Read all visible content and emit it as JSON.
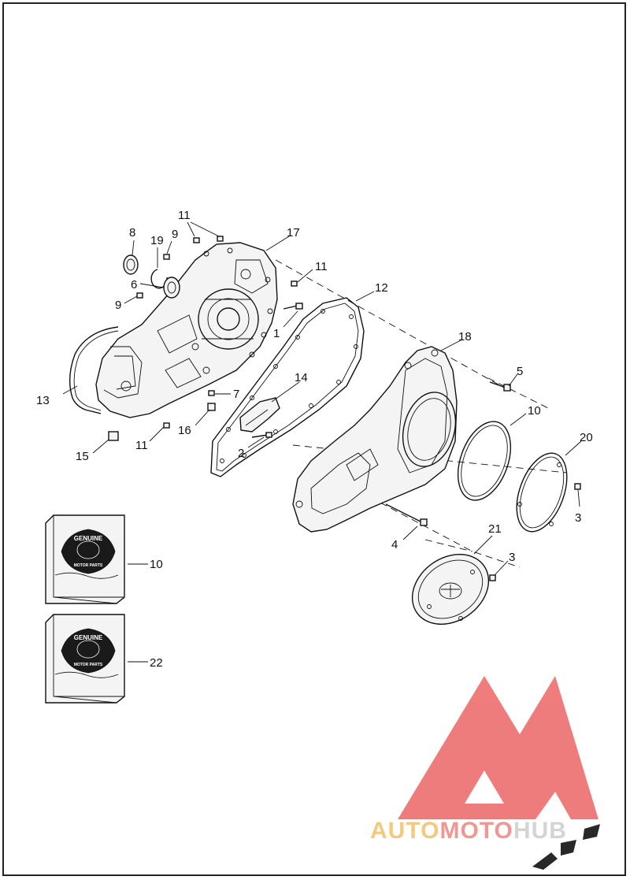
{
  "callouts": {
    "c1": "1",
    "c2": "2",
    "c3a": "3",
    "c3b": "3",
    "c4": "4",
    "c5": "5",
    "c6": "6",
    "c7": "7",
    "c8": "8",
    "c9a": "9",
    "c9b": "9",
    "c10a": "10",
    "c10b": "10",
    "c11a": "11",
    "c11b": "11",
    "c11c": "11",
    "c12": "12",
    "c13": "13",
    "c14": "14",
    "c15": "15",
    "c16": "16",
    "c17": "17",
    "c18": "18",
    "c19": "19",
    "c20": "20",
    "c21": "21",
    "c22": "22"
  },
  "packages": {
    "genuine": "GENUINE",
    "motor_parts": "MOTOR PARTS"
  },
  "watermark": {
    "part1": "AUTO",
    "part2": "MOTO",
    "part3": "HUB",
    "color1": "#f2c46d",
    "color2": "#f08c86",
    "color3": "#d0d0d0"
  },
  "colors": {
    "logo_red": "#ee6e6e",
    "line": "#111111"
  }
}
